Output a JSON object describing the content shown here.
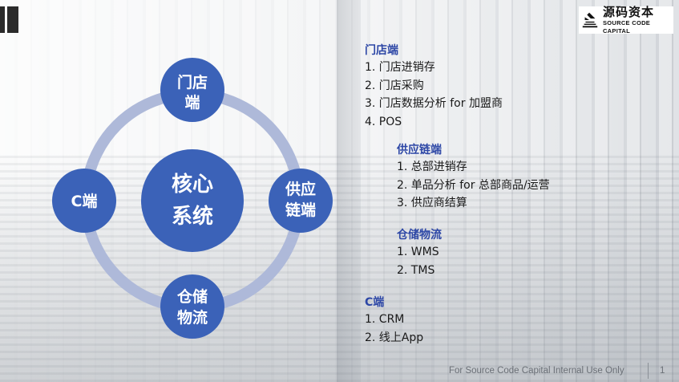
{
  "logo": {
    "cn": "源码资本",
    "en": "SOURCE CODE CAPITAL"
  },
  "diagram": {
    "center": [
      "核心",
      "系统"
    ],
    "nodes": {
      "top": [
        "门店",
        "端"
      ],
      "right": [
        "供应",
        "链端"
      ],
      "bottom": [
        "仓储",
        "物流"
      ],
      "left": [
        "C端"
      ]
    },
    "colors": {
      "node": "#3b62b8",
      "ring": "#aeb9d9"
    }
  },
  "sections": {
    "store": {
      "title": "门店端",
      "items": [
        "1. 门店进销存",
        "2. 门店采购",
        "3. 门店数据分析 for 加盟商",
        "4.   POS"
      ]
    },
    "supply": {
      "title": "供应链端",
      "items": [
        "1. 总部进销存",
        "2. 单品分析 for 总部商品/运营",
        "3. 供应商结算"
      ]
    },
    "warehouse": {
      "title": "仓储物流",
      "items": [
        "1. WMS",
        "2. TMS"
      ]
    },
    "c": {
      "title": "C端",
      "items": [
        "1. CRM",
        "2. 线上App"
      ]
    }
  },
  "footer": {
    "text": "For Source Code Capital Internal Use Only",
    "page": "1"
  }
}
